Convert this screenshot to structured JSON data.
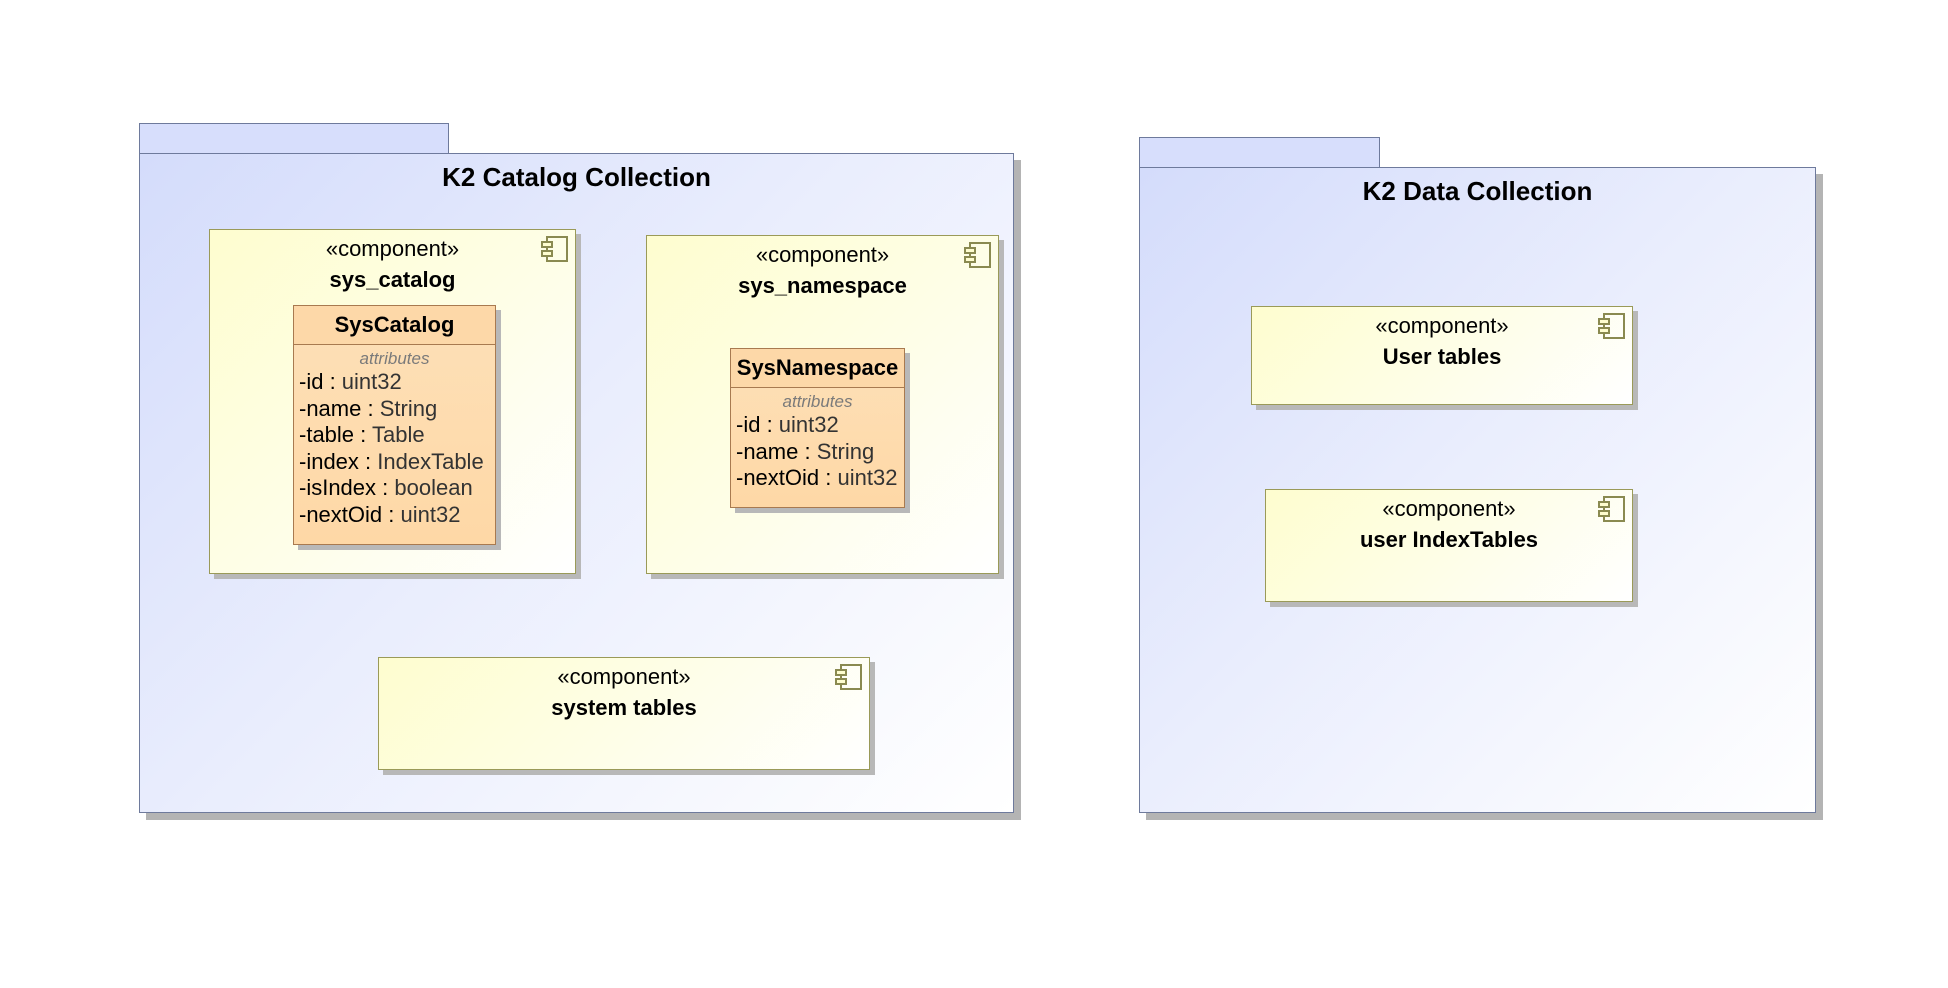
{
  "packages": {
    "catalog": {
      "title": "K2 Catalog Collection",
      "components": {
        "sys_catalog": {
          "stereotype": "«component»",
          "name": "sys_catalog",
          "class": {
            "name": "SysCatalog",
            "section_label": "attributes",
            "attributes": [
              {
                "name": "-id",
                "sep": " : ",
                "type": "uint32"
              },
              {
                "name": "-name",
                "sep": " : ",
                "type": "String"
              },
              {
                "name": "-table",
                "sep": " : ",
                "type": "Table"
              },
              {
                "name": "-index",
                "sep": " : ",
                "type": "IndexTable"
              },
              {
                "name": "-isIndex",
                "sep": " : ",
                "type": "boolean"
              },
              {
                "name": "-nextOid",
                "sep": " : ",
                "type": "uint32"
              }
            ]
          }
        },
        "sys_namespace": {
          "stereotype": "«component»",
          "name": "sys_namespace",
          "class": {
            "name": "SysNamespace",
            "section_label": "attributes",
            "attributes": [
              {
                "name": "-id",
                "sep": " : ",
                "type": "uint32"
              },
              {
                "name": "-name",
                "sep": " : ",
                "type": "String"
              },
              {
                "name": "-nextOid",
                "sep": " : ",
                "type": "uint32"
              }
            ]
          }
        },
        "system_tables": {
          "stereotype": "«component»",
          "name": "system tables"
        }
      }
    },
    "data": {
      "title": "K2 Data Collection",
      "components": {
        "user_tables": {
          "stereotype": "«component»",
          "name": "User tables"
        },
        "user_index_tables": {
          "stereotype": "«component»",
          "name": "user IndexTables"
        }
      }
    }
  },
  "icons": {
    "component": "component-icon"
  },
  "colors": {
    "package_fill": "#d4dcfb",
    "component_fill": "#fefdcf",
    "class_fill": "#fed8a6",
    "package_border": "#6e7a9c",
    "component_border": "#9a9a58",
    "class_border": "#a87a50"
  }
}
